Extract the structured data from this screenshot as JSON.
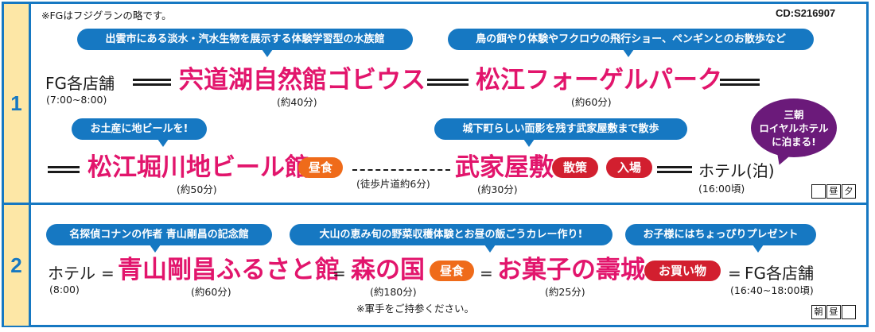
{
  "header": {
    "note": "※FGはフジグランの略です。",
    "code": "CD:S216907"
  },
  "day1": {
    "number": "1",
    "bubbles": [
      "出雲市にある淡水・汽水生物を展示する体験学習型の水族館",
      "鳥の餌やり体験やフクロウの飛行ショー、ペンギンとのお散歩など",
      "お土産に地ビールを!",
      "城下町らしい面影を残す武家屋敷まで散歩"
    ],
    "start": {
      "name": "FG各店舗",
      "time": "(7:00~8:00)"
    },
    "gobius": {
      "name": "宍道湖自然館ゴビウス",
      "time": "(約40分)"
    },
    "vogel": {
      "name": "松江フォーゲルパーク",
      "time": "(約60分)"
    },
    "beer": {
      "name": "松江堀川地ビール館",
      "time": "(約50分)"
    },
    "lunch_tag": "昼食",
    "walk": "(徒歩片道約6分)",
    "samurai": {
      "name": "武家屋敷",
      "time": "(約30分)"
    },
    "tag_walk": "散策",
    "tag_entry": "入場",
    "hotel": {
      "name": "ホテル(泊)",
      "time": "(16:00頃)"
    },
    "stay_note": [
      "三朝",
      "ロイヤルホテル",
      "に泊まる!"
    ],
    "meals": [
      "",
      "昼",
      "夕"
    ]
  },
  "day2": {
    "number": "2",
    "bubbles": [
      "名探偵コナンの作者 青山剛昌の記念館",
      "大山の恵み旬の野菜収穫体験とお昼の飯ごうカレー作り!",
      "お子様にはちょっぴりプレゼント"
    ],
    "hotel": {
      "name": "ホテル",
      "time": "(8:00)"
    },
    "aoyama": {
      "name": "青山剛昌ふるさと館",
      "time": "(約60分)"
    },
    "mori": {
      "name": "森の国",
      "time": "(約180分)"
    },
    "lunch_tag": "昼食",
    "kotobuki": {
      "name": "お菓子の壽城",
      "time": "(約25分)"
    },
    "shop_tag": "お買い物",
    "end": {
      "name": "FG各店舗",
      "time": "(16:40~18:00頃)"
    },
    "note": "※軍手をご持参ください。",
    "eq": "=",
    "meals": [
      "朝",
      "昼",
      ""
    ]
  }
}
